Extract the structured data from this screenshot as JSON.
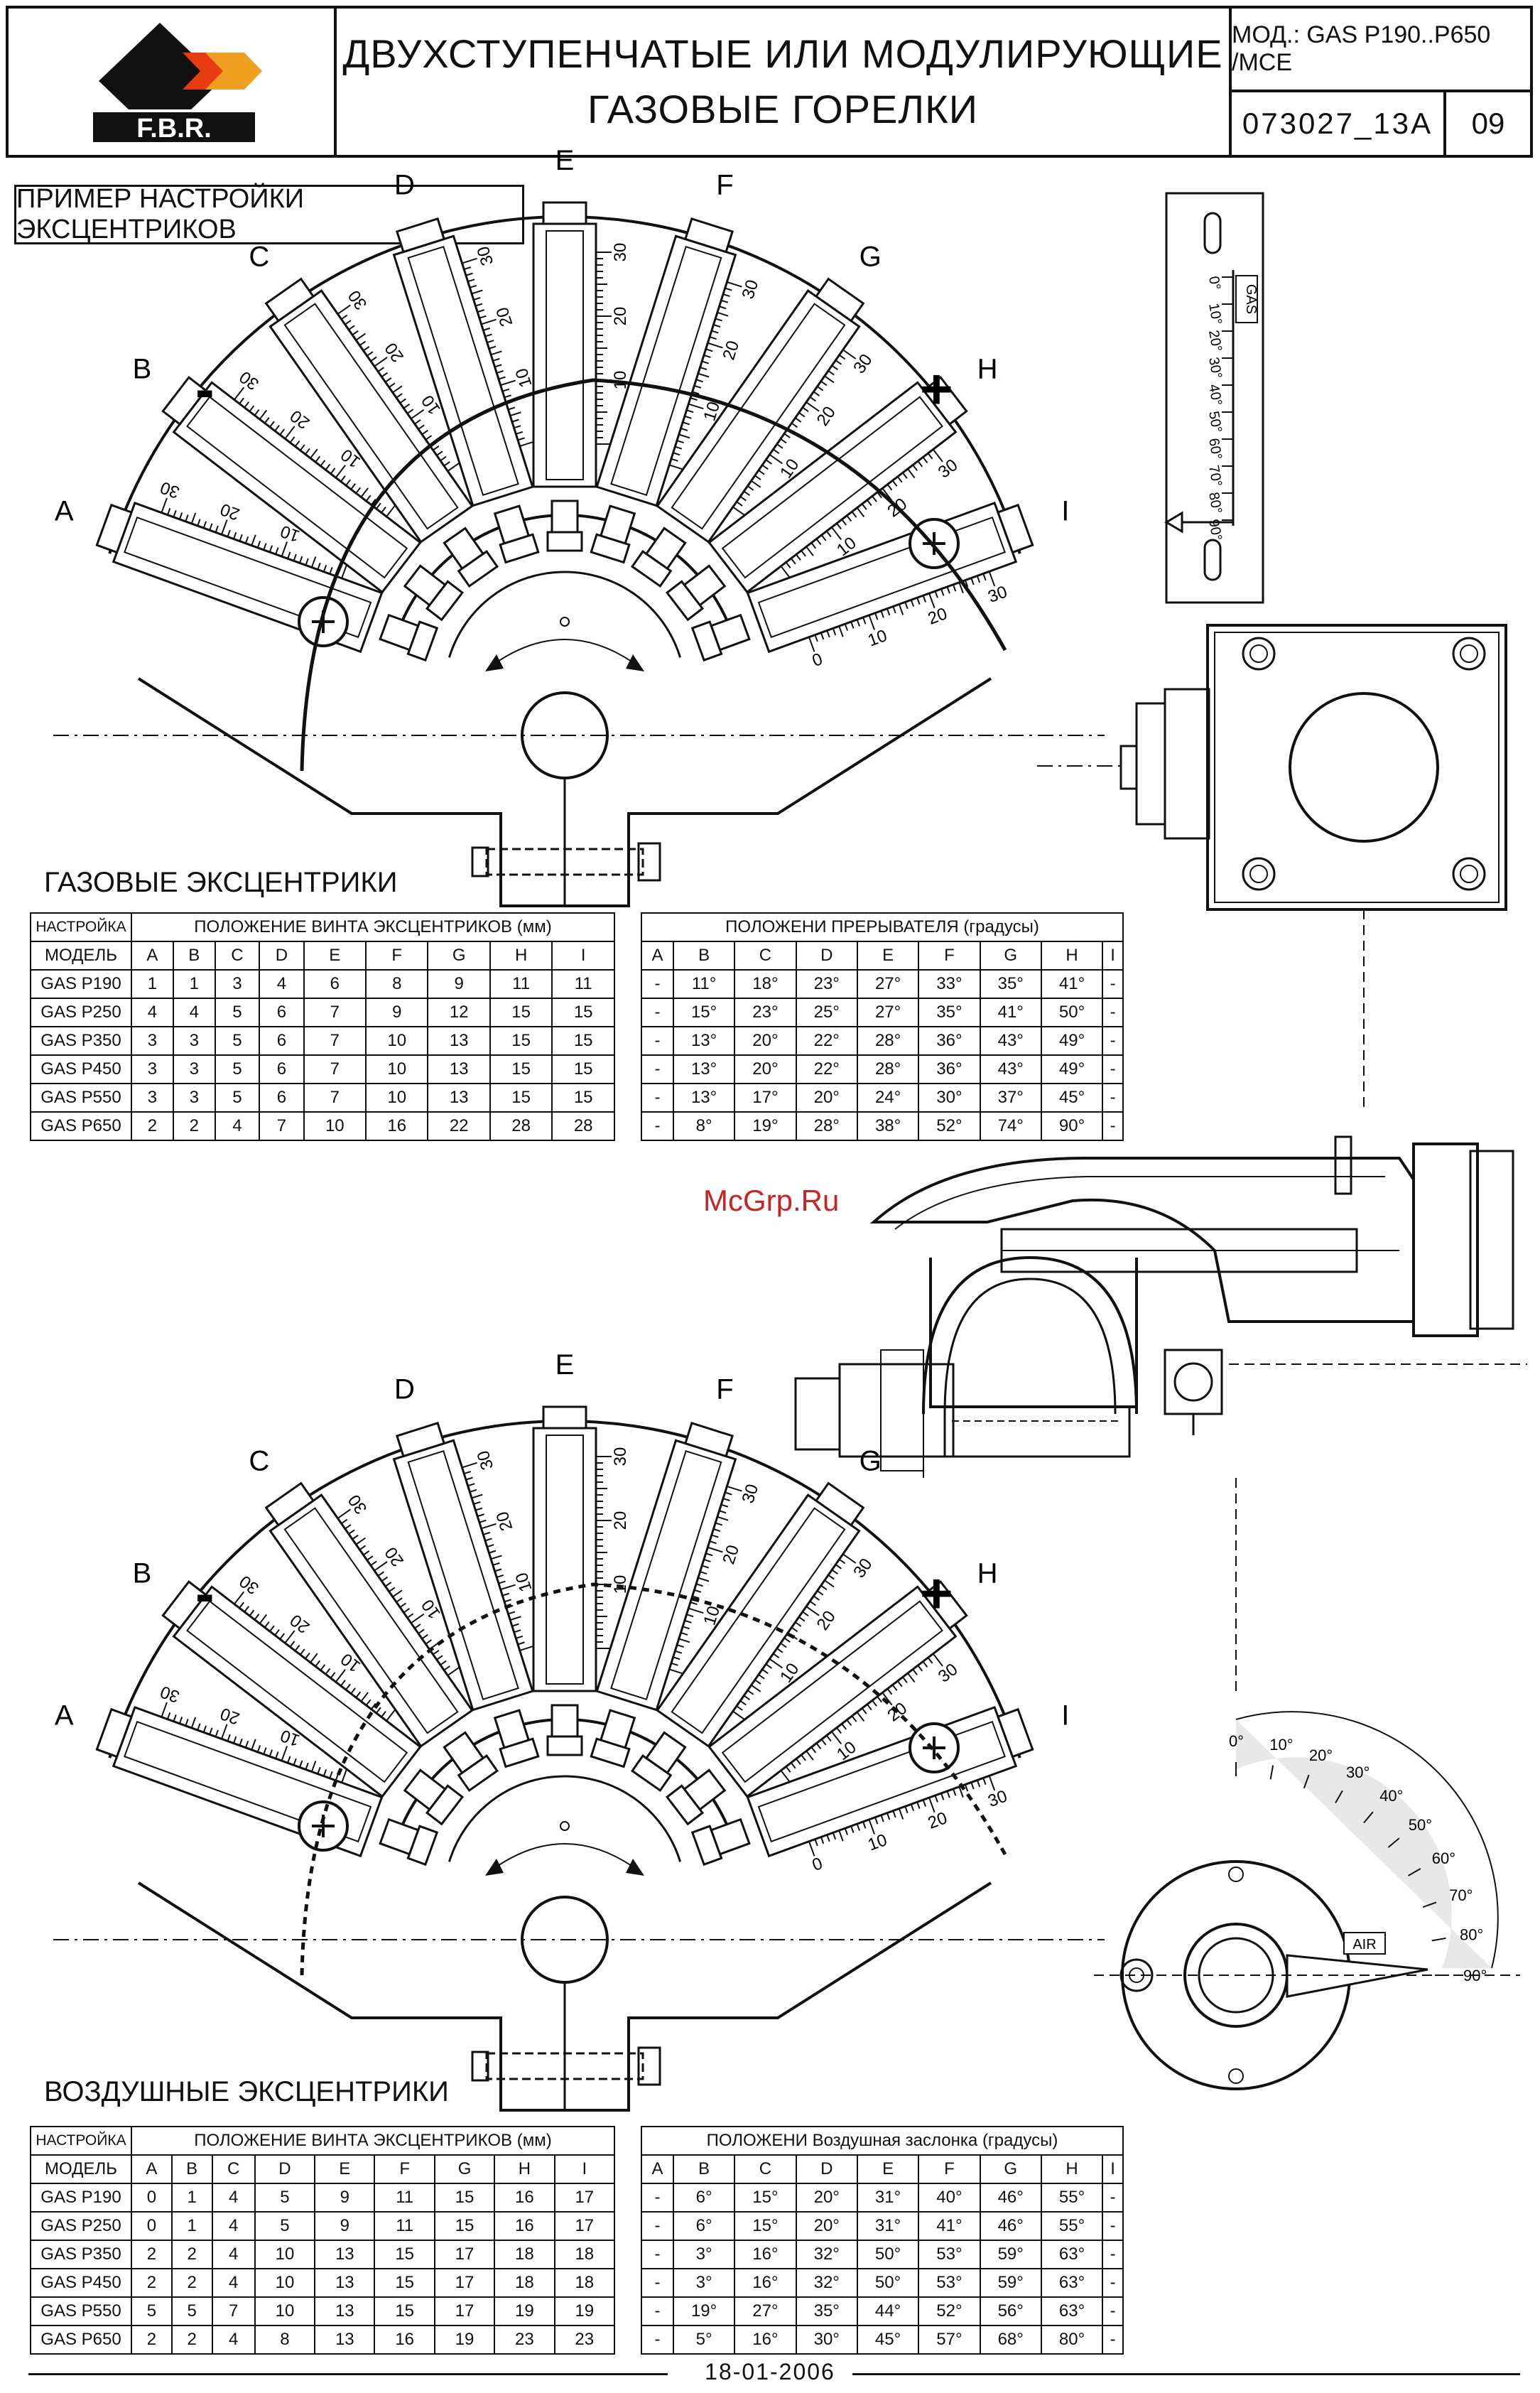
{
  "header": {
    "logo_text": "F.B.R.",
    "title_line1": "ДВУХСТУПЕНЧАТЫЕ ИЛИ МОДУЛИРУЮЩИЕ",
    "title_line2": "ГАЗОВЫЕ ГОРЕЛКИ",
    "model": "МОД.: GAS P190..P650 /MCE",
    "doc_code": "073027_13A",
    "page": "09"
  },
  "example_title": "ПРИМЕР НАСТРОЙКИ ЭКСЦЕНТРИКОВ",
  "cam_letters": [
    "A",
    "B",
    "C",
    "D",
    "E",
    "F",
    "G",
    "H",
    "I"
  ],
  "scale_ticks": [
    "0",
    "10",
    "20",
    "30"
  ],
  "sign_minus": "-",
  "sign_plus": "+",
  "gas_scale": {
    "label": "GAS",
    "ticks": [
      "0°",
      "10°",
      "20°",
      "30°",
      "40°",
      "50°",
      "60°",
      "70°",
      "80°",
      "90°"
    ]
  },
  "air_scale": {
    "label": "AIR",
    "ticks": [
      "0°",
      "10°",
      "20°",
      "30°",
      "40°",
      "50°",
      "60°",
      "70°",
      "80°",
      "90°"
    ]
  },
  "watermark": "McGrp.Ru",
  "gas_section": {
    "title": "ГАЗОВЫЕ ЭКСЦЕНТРИКИ",
    "setting_label": "НАСТРОЙКА",
    "model_label": "МОДЕЛЬ",
    "screw_header": "ПОЛОЖЕНИЕ ВИНТА ЭКСЦЕНТРИКОВ (мм)",
    "switch_header": "ПОЛОЖЕНИ ПРЕРЫВАТЕЛЯ (градусы)",
    "columns": [
      "A",
      "B",
      "C",
      "D",
      "E",
      "F",
      "G",
      "H",
      "I"
    ],
    "rows": [
      {
        "model": "GAS P190",
        "screw": [
          "1",
          "1",
          "3",
          "4",
          "6",
          "8",
          "9",
          "11",
          "11"
        ],
        "deg": [
          "-",
          "11°",
          "18°",
          "23°",
          "27°",
          "33°",
          "35°",
          "41°",
          "-"
        ]
      },
      {
        "model": "GAS P250",
        "screw": [
          "4",
          "4",
          "5",
          "6",
          "7",
          "9",
          "12",
          "15",
          "15"
        ],
        "deg": [
          "-",
          "15°",
          "23°",
          "25°",
          "27°",
          "35°",
          "41°",
          "50°",
          "-"
        ]
      },
      {
        "model": "GAS P350",
        "screw": [
          "3",
          "3",
          "5",
          "6",
          "7",
          "10",
          "13",
          "15",
          "15"
        ],
        "deg": [
          "-",
          "13°",
          "20°",
          "22°",
          "28°",
          "36°",
          "43°",
          "49°",
          "-"
        ]
      },
      {
        "model": "GAS P450",
        "screw": [
          "3",
          "3",
          "5",
          "6",
          "7",
          "10",
          "13",
          "15",
          "15"
        ],
        "deg": [
          "-",
          "13°",
          "20°",
          "22°",
          "28°",
          "36°",
          "43°",
          "49°",
          "-"
        ]
      },
      {
        "model": "GAS P550",
        "screw": [
          "3",
          "3",
          "5",
          "6",
          "7",
          "10",
          "13",
          "15",
          "15"
        ],
        "deg": [
          "-",
          "13°",
          "17°",
          "20°",
          "24°",
          "30°",
          "37°",
          "45°",
          "-"
        ]
      },
      {
        "model": "GAS P650",
        "screw": [
          "2",
          "2",
          "4",
          "7",
          "10",
          "16",
          "22",
          "28",
          "28"
        ],
        "deg": [
          "-",
          "8°",
          "19°",
          "28°",
          "38°",
          "52°",
          "74°",
          "90°",
          "-"
        ]
      }
    ]
  },
  "air_section": {
    "title": "ВОЗДУШНЫЕ ЭКСЦЕНТРИКИ",
    "setting_label": "НАСТРОЙКА",
    "model_label": "МОДЕЛЬ",
    "screw_header": "ПОЛОЖЕНИЕ ВИНТА ЭКСЦЕНТРИКОВ (мм)",
    "switch_header": "ПОЛОЖЕНИ Воздушная заслонка (градусы)",
    "columns": [
      "A",
      "B",
      "C",
      "D",
      "E",
      "F",
      "G",
      "H",
      "I"
    ],
    "rows": [
      {
        "model": "GAS P190",
        "screw": [
          "0",
          "1",
          "4",
          "5",
          "9",
          "11",
          "15",
          "16",
          "17"
        ],
        "deg": [
          "-",
          "6°",
          "15°",
          "20°",
          "31°",
          "40°",
          "46°",
          "55°",
          "-"
        ]
      },
      {
        "model": "GAS P250",
        "screw": [
          "0",
          "1",
          "4",
          "5",
          "9",
          "11",
          "15",
          "16",
          "17"
        ],
        "deg": [
          "-",
          "6°",
          "15°",
          "20°",
          "31°",
          "41°",
          "46°",
          "55°",
          "-"
        ]
      },
      {
        "model": "GAS P350",
        "screw": [
          "2",
          "2",
          "4",
          "10",
          "13",
          "15",
          "17",
          "18",
          "18"
        ],
        "deg": [
          "-",
          "3°",
          "16°",
          "32°",
          "50°",
          "53°",
          "59°",
          "63°",
          "-"
        ]
      },
      {
        "model": "GAS P450",
        "screw": [
          "2",
          "2",
          "4",
          "10",
          "13",
          "15",
          "17",
          "18",
          "18"
        ],
        "deg": [
          "-",
          "3°",
          "16°",
          "32°",
          "50°",
          "53°",
          "59°",
          "63°",
          "-"
        ]
      },
      {
        "model": "GAS P550",
        "screw": [
          "5",
          "5",
          "7",
          "10",
          "13",
          "15",
          "17",
          "19",
          "19"
        ],
        "deg": [
          "-",
          "19°",
          "27°",
          "35°",
          "44°",
          "52°",
          "56°",
          "63°",
          "-"
        ]
      },
      {
        "model": "GAS P650",
        "screw": [
          "2",
          "2",
          "4",
          "8",
          "13",
          "16",
          "19",
          "23",
          "23"
        ],
        "deg": [
          "-",
          "5°",
          "16°",
          "30°",
          "45°",
          "57°",
          "68°",
          "80°",
          "-"
        ]
      }
    ]
  },
  "footer_date": "18-01-2006"
}
